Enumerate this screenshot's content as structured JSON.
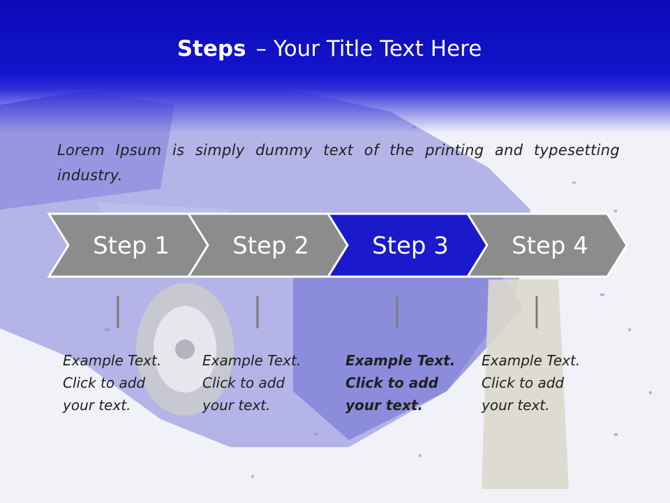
{
  "slide": {
    "title_bold": "Steps",
    "title_rest": "– Your Title Text Here",
    "intro": "Lorem Ipsum is simply dummy text of the printing and typesetting industry."
  },
  "steps": [
    {
      "label": "Step 1",
      "active": false,
      "desc": [
        "Example Text.",
        "Click  to add",
        "your text."
      ]
    },
    {
      "label": "Step 2",
      "active": false,
      "desc": [
        "Example Text.",
        "Click  to add",
        "your text."
      ]
    },
    {
      "label": "Step 3",
      "active": true,
      "desc": [
        "Example Text.",
        "Click  to add",
        "your text."
      ]
    },
    {
      "label": "Step 4",
      "active": false,
      "desc": [
        "Example Text.",
        "Click  to add",
        "your text."
      ]
    }
  ],
  "colors": {
    "title_bar": "#0a0ab8",
    "step_inactive": "#8c8c8c",
    "step_active": "#1a1acc",
    "connector": "#7a7a7a"
  },
  "icons": {
    "background": "crashed-blue-car-image"
  }
}
